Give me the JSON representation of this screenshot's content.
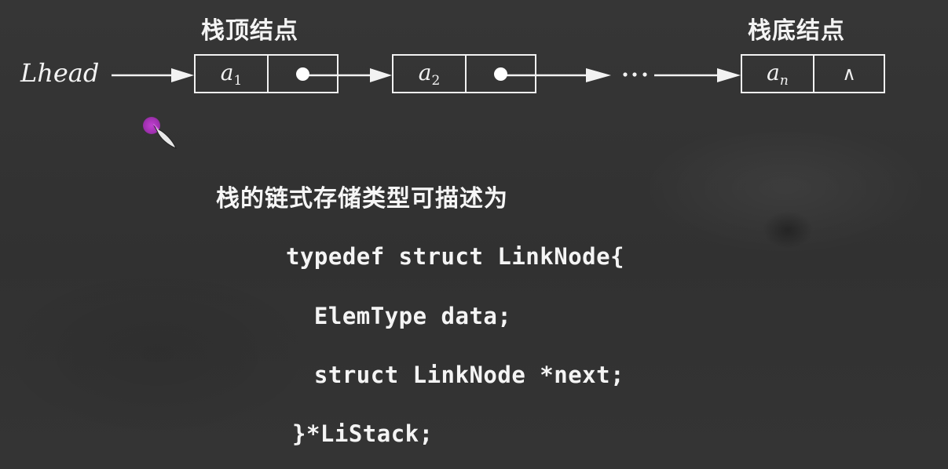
{
  "diagram": {
    "title_top_node": "栈顶结点",
    "title_bottom_node": "栈底结点",
    "head_pointer_label": "Lhead",
    "ellipsis": "···",
    "nodes": [
      {
        "data_base": "a",
        "data_sub": "1",
        "pointer": "dot"
      },
      {
        "data_base": "a",
        "data_sub": "2",
        "pointer": "dot"
      },
      {
        "data_base": "a",
        "data_sub": "n",
        "pointer": "null",
        "null_symbol": "∧"
      }
    ],
    "colors": {
      "background": "#333333",
      "foreground": "#f2f2f2",
      "cursor": "#b038c0"
    }
  },
  "description": {
    "heading": "栈的链式存储类型可描述为",
    "code_lines": [
      "typedef struct LinkNode{",
      "  ElemType data;",
      "  struct LinkNode *next;",
      "}*LiStack;"
    ]
  }
}
